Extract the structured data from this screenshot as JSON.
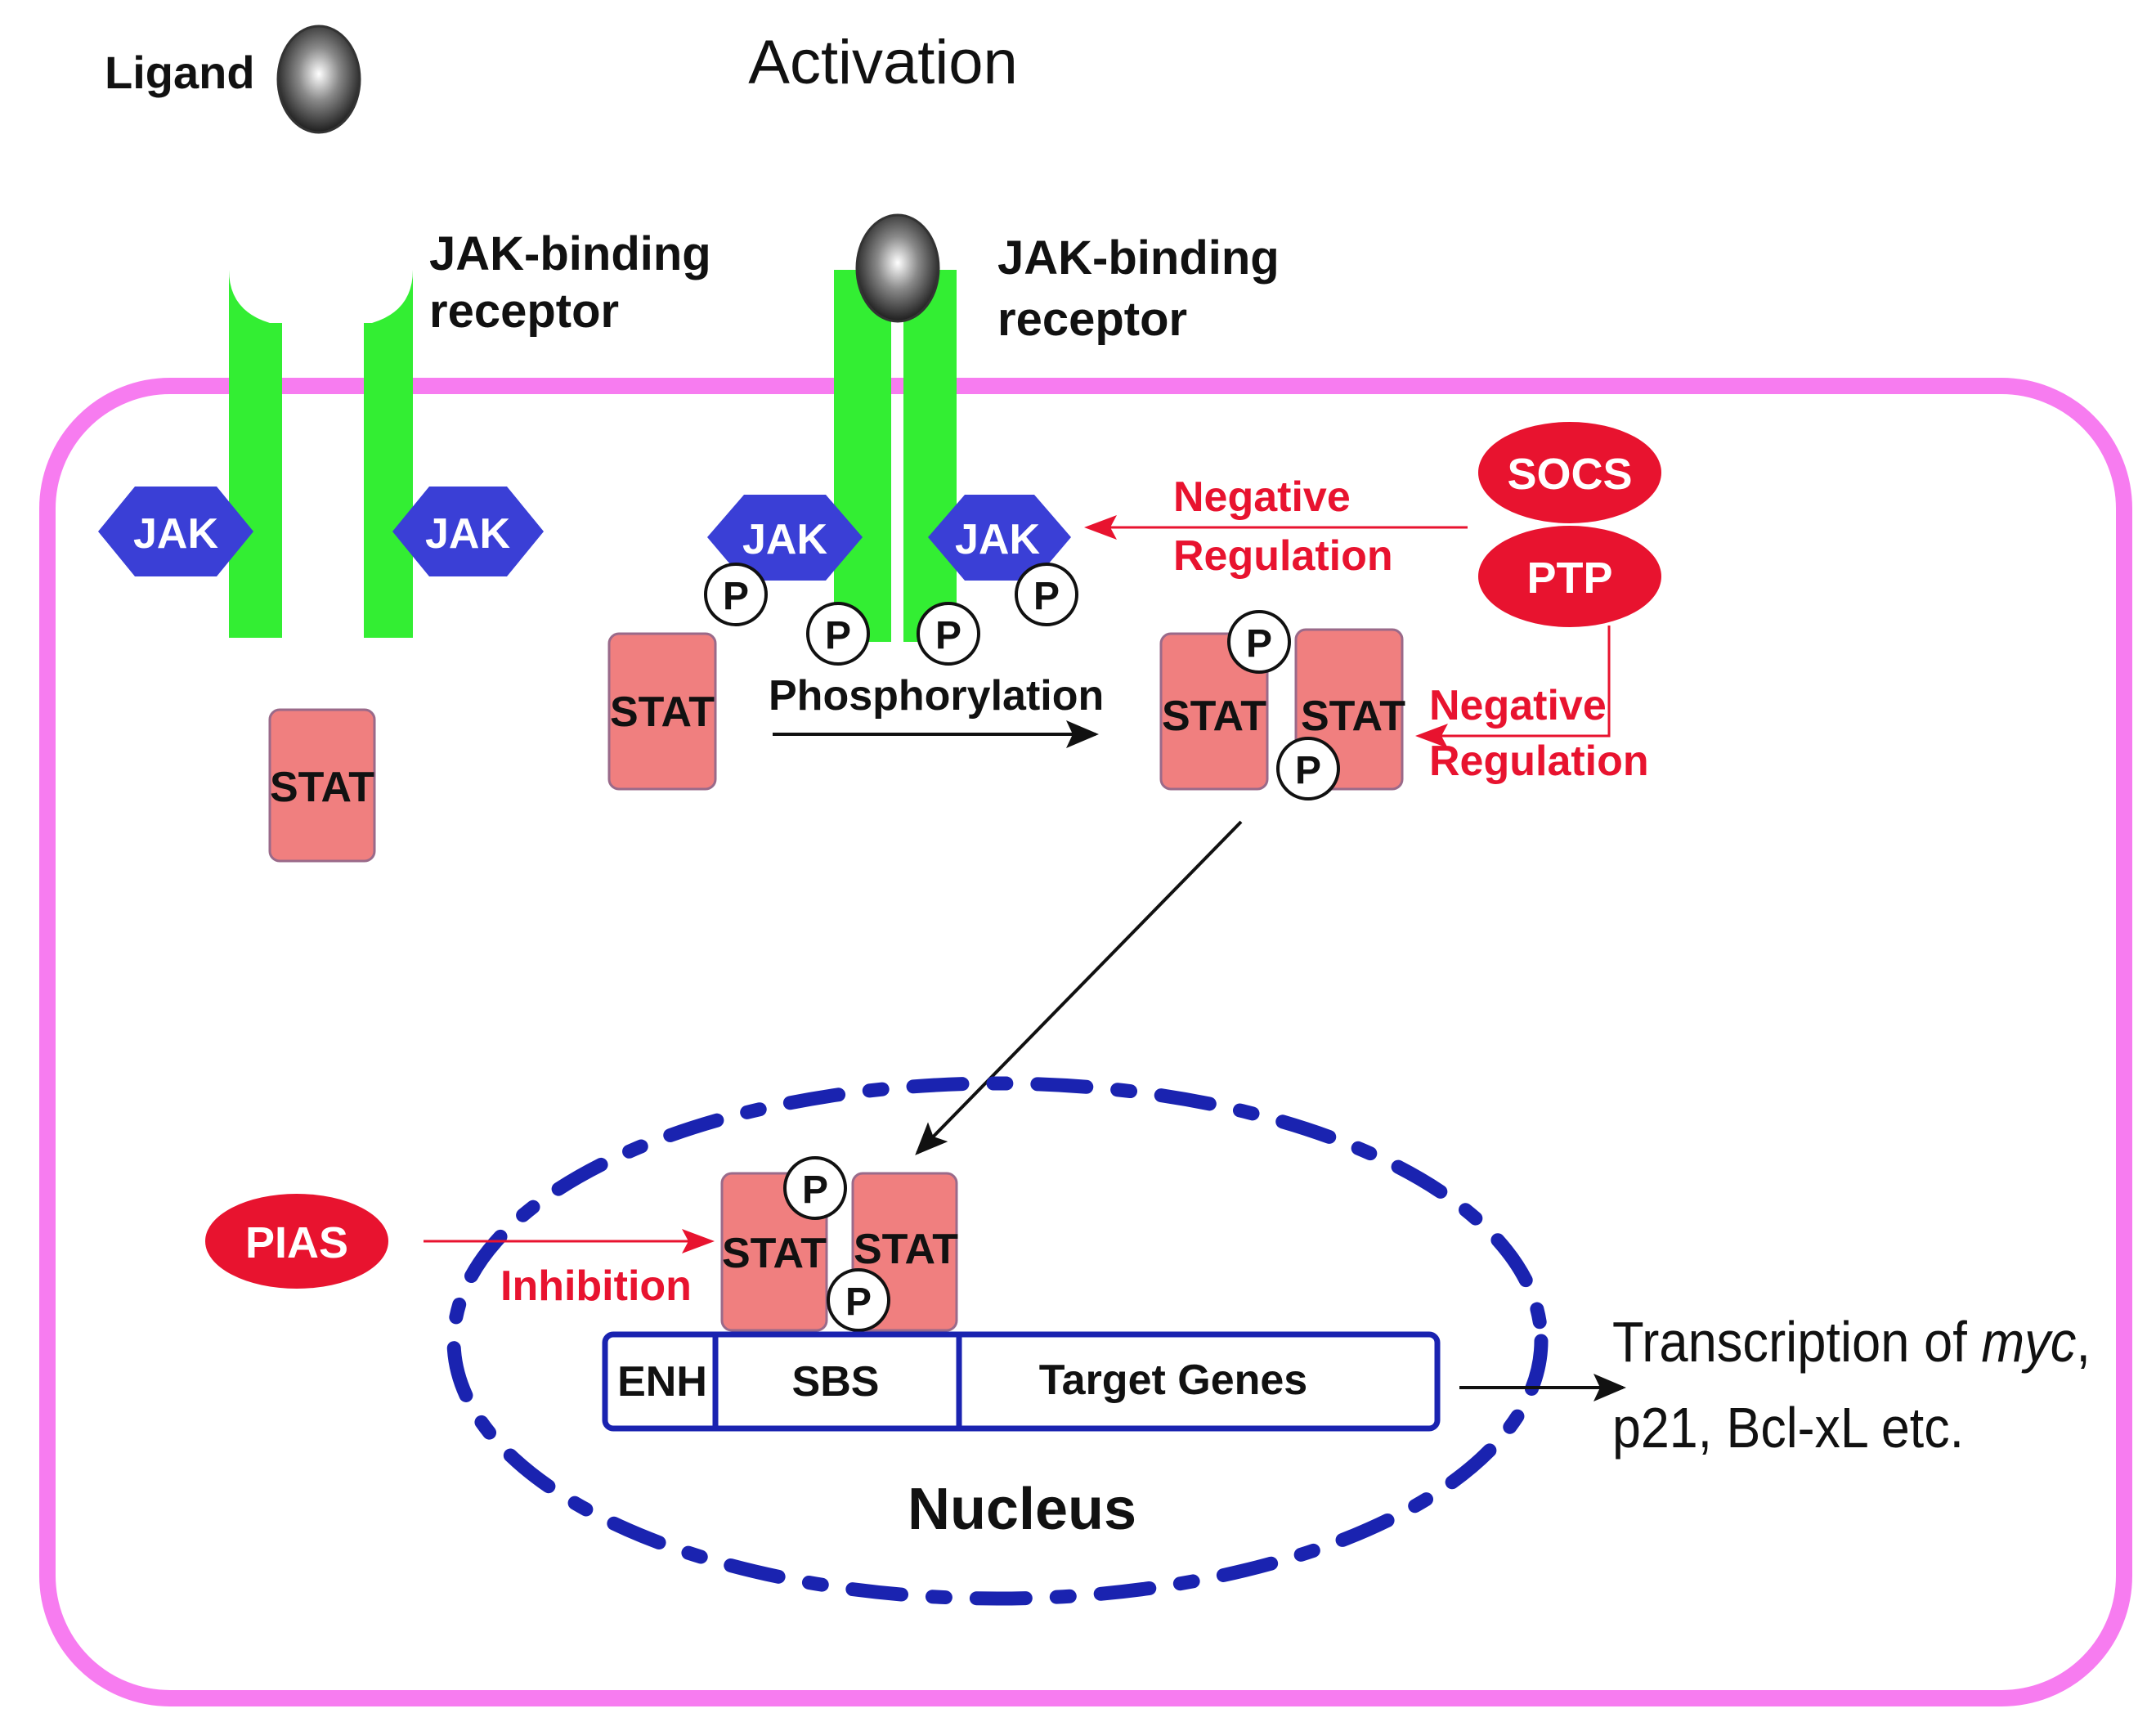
{
  "title": "Activation",
  "ligand_label": "Ligand",
  "receptor_left": {
    "line1": "JAK-binding",
    "line2": "receptor"
  },
  "receptor_right": {
    "line1": "JAK-binding",
    "line2": "receptor"
  },
  "jak_label": "JAK",
  "stat_label": "STAT",
  "p_label": "P",
  "phosphorylation_label": "Phosphorylation",
  "socs_label": "SOCS",
  "ptp_label": "PTP",
  "negative_regulation_top": {
    "line1": "Negative",
    "line2": "Regulation"
  },
  "negative_regulation_side": {
    "line1": "Negative",
    "line2": "Regulation"
  },
  "pias_label": "PIAS",
  "inhibition_label": "Inhibition",
  "gene_segments": {
    "enh": "ENH",
    "sbs": "SBS",
    "target": "Target Genes"
  },
  "nucleus_label": "Nucleus",
  "transcription": {
    "line1_prefix": "Transcription of ",
    "line1_italic": "myc",
    "line1_suffix": ",",
    "line2": "p21, Bcl-xL etc."
  },
  "colors": {
    "cell_membrane": "#f77cf0",
    "receptor": "#33ee33",
    "jak": "#3a3fd6",
    "stat": "#f07f7f",
    "inhibitor": "#e8132f",
    "nuclear_envelope": "#1a23b0"
  }
}
